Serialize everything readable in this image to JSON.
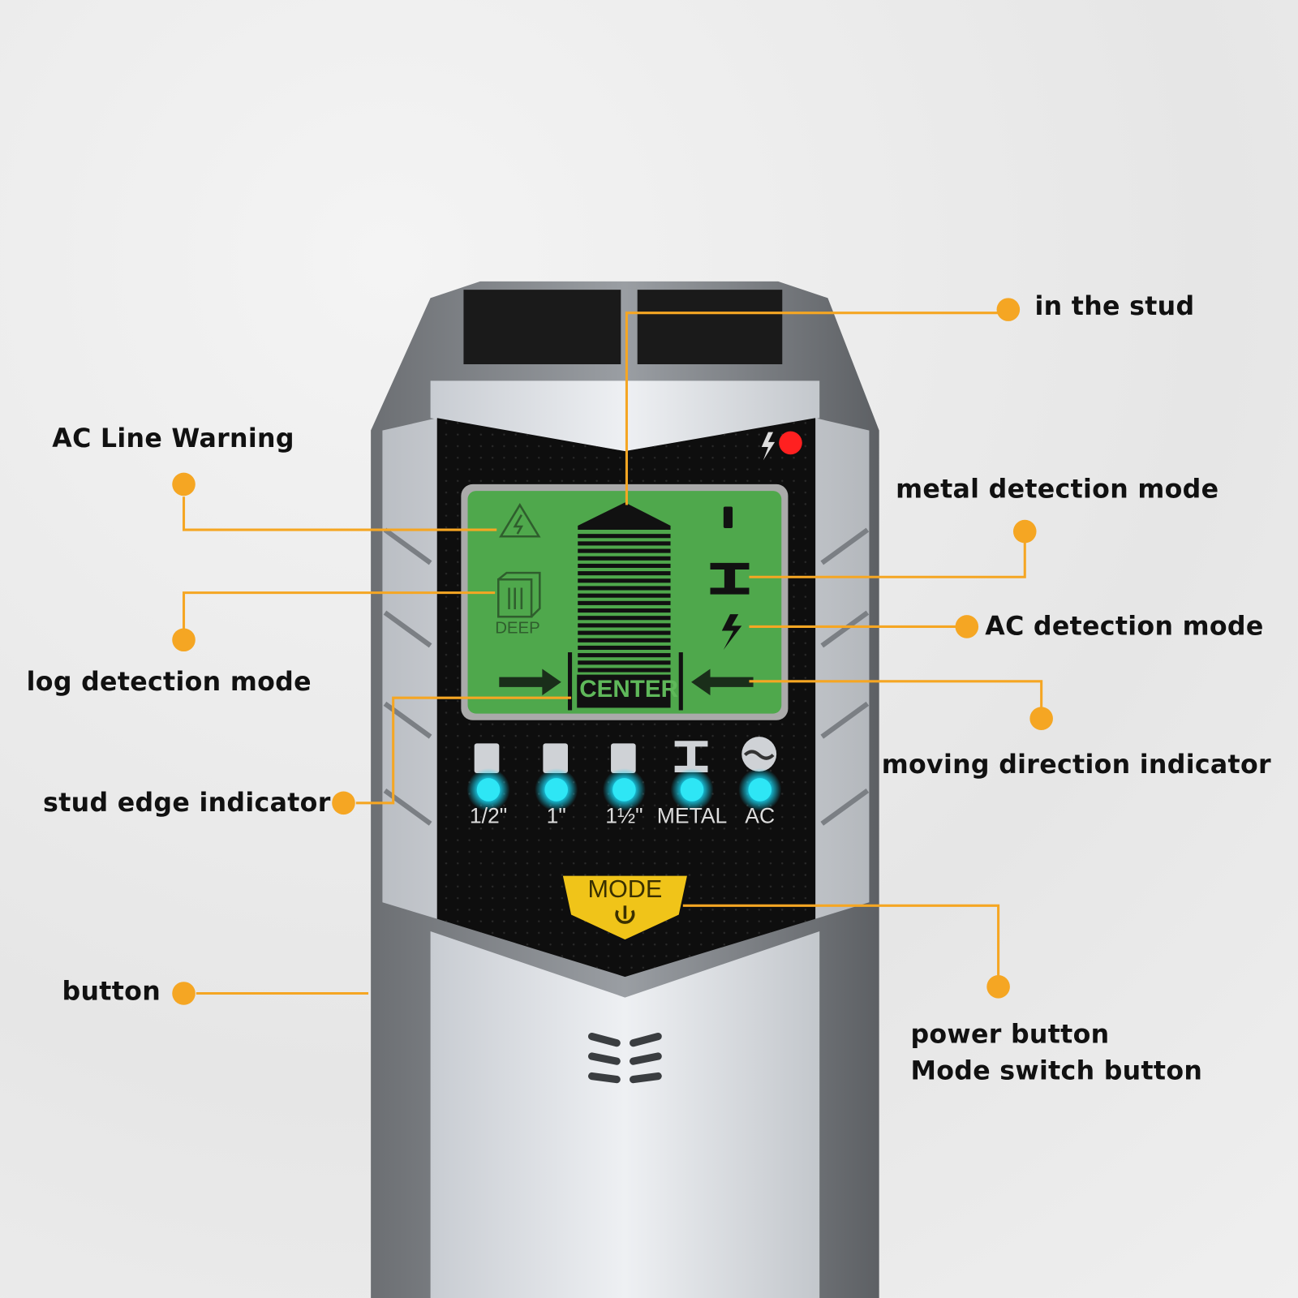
{
  "title": "Stud finder features",
  "callouts": {
    "in_the_stud": "in the stud",
    "ac_line_warning": "AC Line Warning",
    "log_detection_mode": "log detection mode",
    "stud_edge_indicator": "stud edge indicator",
    "button": "button",
    "metal_detection_mode": "metal detection mode",
    "ac_detection_mode": "AC detection mode",
    "moving_direction_indicator": "moving direction indicator",
    "power_button": "power button",
    "mode_switch_button": "Mode switch button"
  },
  "device": {
    "lcd": {
      "deep_label": "DEEP",
      "center_label": "CENTER"
    },
    "indicators": [
      "1/2\"",
      "1\"",
      "1½\"",
      "METAL",
      "AC"
    ],
    "mode_button_label": "MODE"
  },
  "colors": {
    "accent": "#f5a623",
    "lcd": "#4fa84c",
    "led": "#2ee6f5",
    "mode": "#f0c419"
  }
}
